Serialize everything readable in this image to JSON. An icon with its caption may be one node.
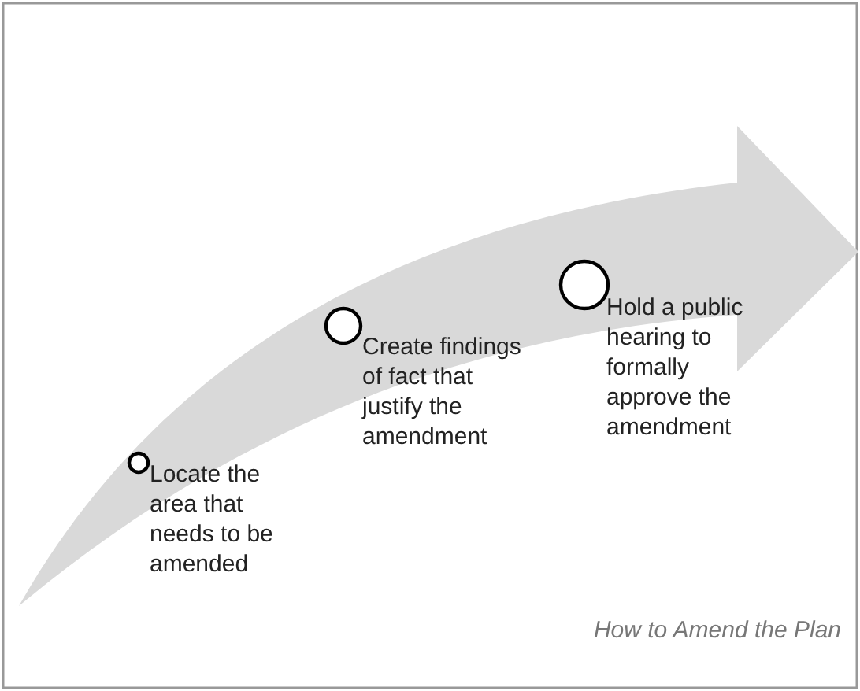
{
  "diagram": {
    "caption": "How to Amend the Plan",
    "nodes": [
      {
        "text": [],
        "shape": "circle",
        "beside": [
          "Locate the area that needs to be amended"
        ]
      },
      {
        "text": [],
        "shape": "circle",
        "beside": [
          "Create findings of fact that justify the amendment"
        ]
      },
      {
        "text": [],
        "shape": "circle",
        "beside": [
          "Hold a public hearing to formally approve the amendment"
        ]
      }
    ],
    "edges": []
  }
}
